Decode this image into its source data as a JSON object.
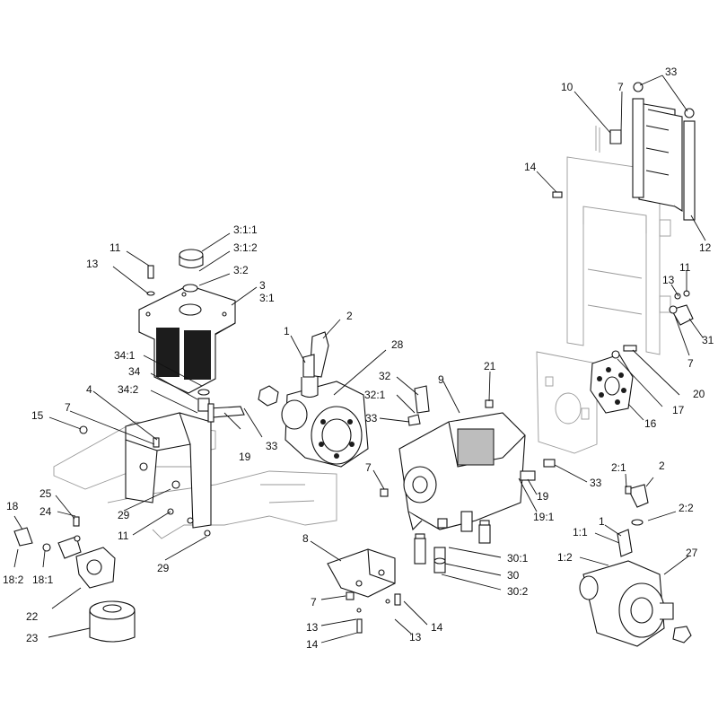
{
  "callouts": [
    {
      "id": "33a",
      "text": "33"
    },
    {
      "id": "10",
      "text": "10"
    },
    {
      "id": "7a",
      "text": "7"
    },
    {
      "id": "14a",
      "text": "14"
    },
    {
      "id": "12",
      "text": "12"
    },
    {
      "id": "11a",
      "text": "11"
    },
    {
      "id": "13a",
      "text": "13"
    },
    {
      "id": "31",
      "text": "31"
    },
    {
      "id": "7b",
      "text": "7"
    },
    {
      "id": "3_1_1",
      "text": "3:1:1"
    },
    {
      "id": "3_1_2",
      "text": "3:1:2"
    },
    {
      "id": "3_2",
      "text": "3:2"
    },
    {
      "id": "3",
      "text": "3"
    },
    {
      "id": "3_1",
      "text": "3:1"
    },
    {
      "id": "11b",
      "text": "11"
    },
    {
      "id": "13b",
      "text": "13"
    },
    {
      "id": "1a",
      "text": "1"
    },
    {
      "id": "2a",
      "text": "2"
    },
    {
      "id": "28",
      "text": "28"
    },
    {
      "id": "34_1",
      "text": "34:1"
    },
    {
      "id": "34",
      "text": "34"
    },
    {
      "id": "34_2",
      "text": "34:2"
    },
    {
      "id": "4",
      "text": "4"
    },
    {
      "id": "7c",
      "text": "7"
    },
    {
      "id": "15",
      "text": "15"
    },
    {
      "id": "19a",
      "text": "19"
    },
    {
      "id": "33b",
      "text": "33"
    },
    {
      "id": "32",
      "text": "32"
    },
    {
      "id": "32_1",
      "text": "32:1"
    },
    {
      "id": "33c",
      "text": "33"
    },
    {
      "id": "21",
      "text": "21"
    },
    {
      "id": "9",
      "text": "9"
    },
    {
      "id": "20",
      "text": "20"
    },
    {
      "id": "17",
      "text": "17"
    },
    {
      "id": "16",
      "text": "16"
    },
    {
      "id": "7d",
      "text": "7"
    },
    {
      "id": "33d",
      "text": "33"
    },
    {
      "id": "19b",
      "text": "19"
    },
    {
      "id": "19_1",
      "text": "19:1"
    },
    {
      "id": "2_1",
      "text": "2:1"
    },
    {
      "id": "2b",
      "text": "2"
    },
    {
      "id": "2_2",
      "text": "2:2"
    },
    {
      "id": "18",
      "text": "18"
    },
    {
      "id": "25",
      "text": "25"
    },
    {
      "id": "24",
      "text": "24"
    },
    {
      "id": "29a",
      "text": "29"
    },
    {
      "id": "11c",
      "text": "11"
    },
    {
      "id": "29b",
      "text": "29"
    },
    {
      "id": "18_2",
      "text": "18:2"
    },
    {
      "id": "18_1",
      "text": "18:1"
    },
    {
      "id": "22",
      "text": "22"
    },
    {
      "id": "23",
      "text": "23"
    },
    {
      "id": "8",
      "text": "8"
    },
    {
      "id": "30_1",
      "text": "30:1"
    },
    {
      "id": "30",
      "text": "30"
    },
    {
      "id": "30_2",
      "text": "30:2"
    },
    {
      "id": "1_1",
      "text": "1:1"
    },
    {
      "id": "1b",
      "text": "1"
    },
    {
      "id": "1_2",
      "text": "1:2"
    },
    {
      "id": "27",
      "text": "27"
    },
    {
      "id": "7e",
      "text": "7"
    },
    {
      "id": "13c",
      "text": "13"
    },
    {
      "id": "14b",
      "text": "14"
    },
    {
      "id": "13d",
      "text": "13"
    },
    {
      "id": "14c",
      "text": "14"
    }
  ]
}
